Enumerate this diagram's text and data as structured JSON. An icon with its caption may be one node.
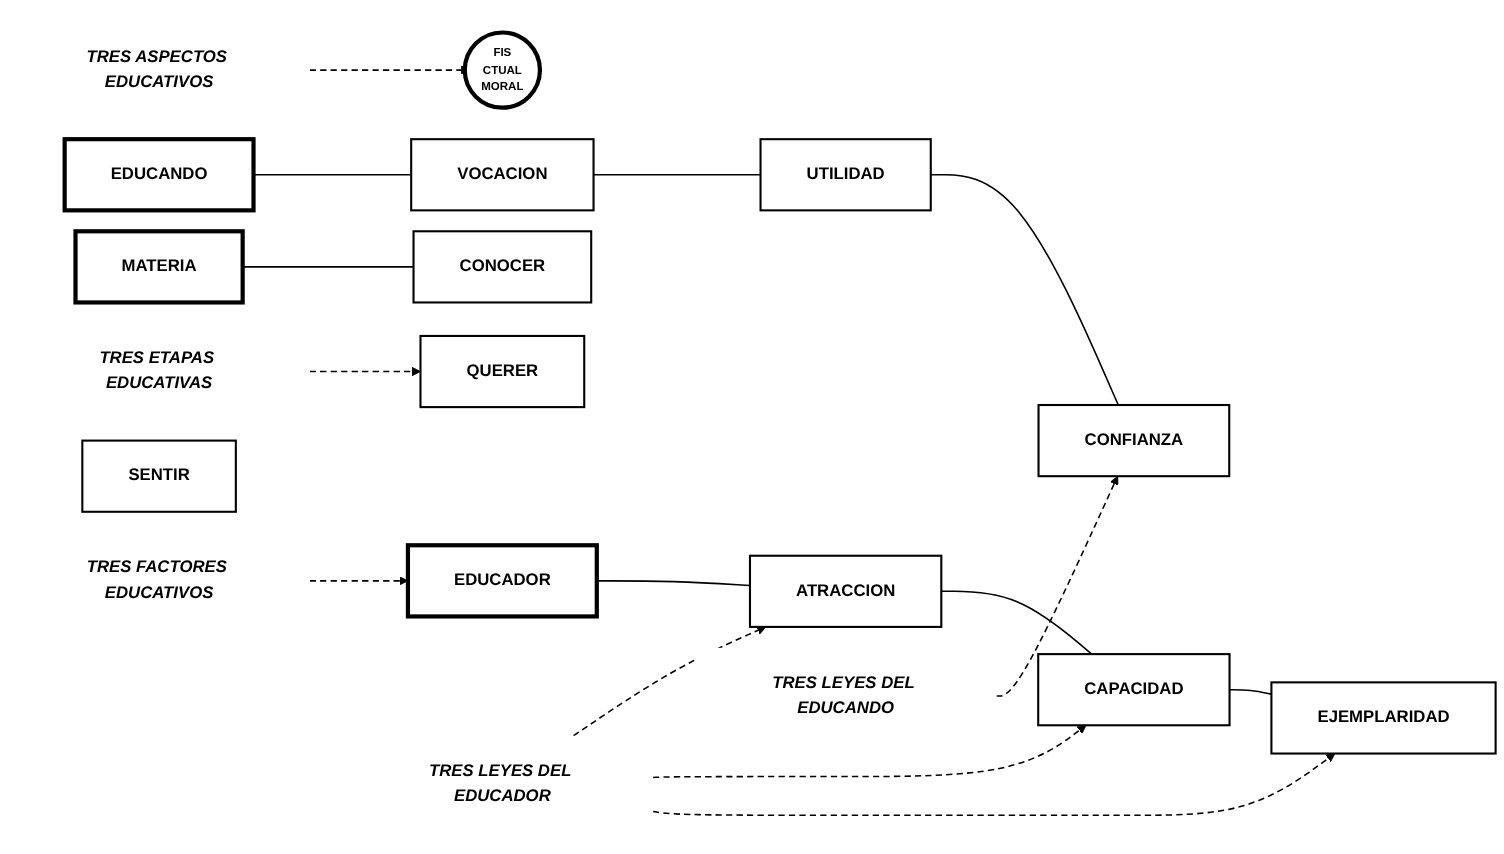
{
  "diagram": {
    "nodes": [
      {
        "text": [
          "TRES ASPECTOS EDUCATIVOS"
        ]
      },
      {
        "text": [
          "FIS",
          "CTUAL",
          "MORAL"
        ]
      },
      {
        "text": [
          "TRES FACTORES EDUCATIVOS"
        ]
      },
      {
        "text": [
          "EDUCADOR"
        ]
      },
      {
        "text": [
          "EDUCANDO"
        ]
      },
      {
        "text": [
          "MATERIA"
        ]
      },
      {
        "text": [
          "ATRACCION"
        ]
      },
      {
        "text": [
          "CAPACIDAD"
        ]
      },
      {
        "text": [
          "EJEMPLARIDAD"
        ]
      },
      {
        "text": [
          "VOCACION"
        ]
      },
      {
        "text": [
          "UTILIDAD"
        ]
      },
      {
        "text": [
          "CONFIANZA"
        ]
      },
      {
        "text": [
          "CONOCER"
        ]
      },
      {
        "text": [
          "SENTIR"
        ]
      },
      {
        "text": [
          "QUERER"
        ]
      },
      {
        "text": [
          "TRES LEYES DEL EDUCADOR"
        ]
      },
      {
        "text": [
          "TRES LEYES DEL EDUCANDO"
        ]
      },
      {
        "text": [
          "TRES ETAPAS EDUCATIVAS"
        ]
      }
    ],
    "edges": [
      {
        "from": 0,
        "to": 1,
        "arrow": "to",
        "style": "dashed"
      },
      {
        "from": 2,
        "to": 3,
        "arrow": "to",
        "style": "dashed"
      },
      {
        "from": 3,
        "to": 6,
        "arrow": "none"
      },
      {
        "from": 4,
        "to": 9,
        "arrow": "none"
      },
      {
        "from": 5,
        "to": 12,
        "arrow": "none"
      },
      {
        "from": 15,
        "to": 6,
        "arrow": "to",
        "style": "dashed"
      },
      {
        "from": 15,
        "to": 7,
        "arrow": "to",
        "style": "dashed"
      },
      {
        "from": 15,
        "to": 8,
        "arrow": "to",
        "style": "dashed"
      },
      {
        "from": 6,
        "to": 7,
        "arrow": "none"
      },
      {
        "from": 7,
        "to": 8,
        "arrow": "none"
      },
      {
        "from": 9,
        "to": 10,
        "arrow": "none"
      },
      {
        "from": 10,
        "to": 11,
        "arrow": "none"
      },
      {
        "from": 16,
        "to": 11,
        "arrow": "to",
        "style": "dashed"
      },
      {
        "from": 17,
        "to": 14,
        "arrow": "to",
        "style": "dashed"
      }
    ]
  }
}
